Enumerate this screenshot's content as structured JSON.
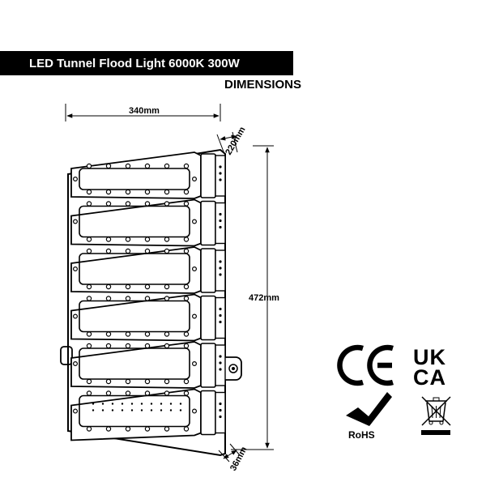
{
  "header": {
    "title": "LED Tunnel Flood Light 6000K 300W",
    "subtitle": "DIMENSIONS"
  },
  "dimensions": {
    "width": "340mm",
    "height": "472mm",
    "depth": "220mm",
    "bracket": "36mm"
  },
  "product": {
    "module_count": 6,
    "leds_per_row": 6
  },
  "certifications": {
    "ce": "CE",
    "ukca_top": "UK",
    "ukca_bottom": "CA",
    "rohs": "RoHS"
  },
  "colors": {
    "line": "#000000",
    "background": "#ffffff",
    "title_bar": "#000000"
  }
}
